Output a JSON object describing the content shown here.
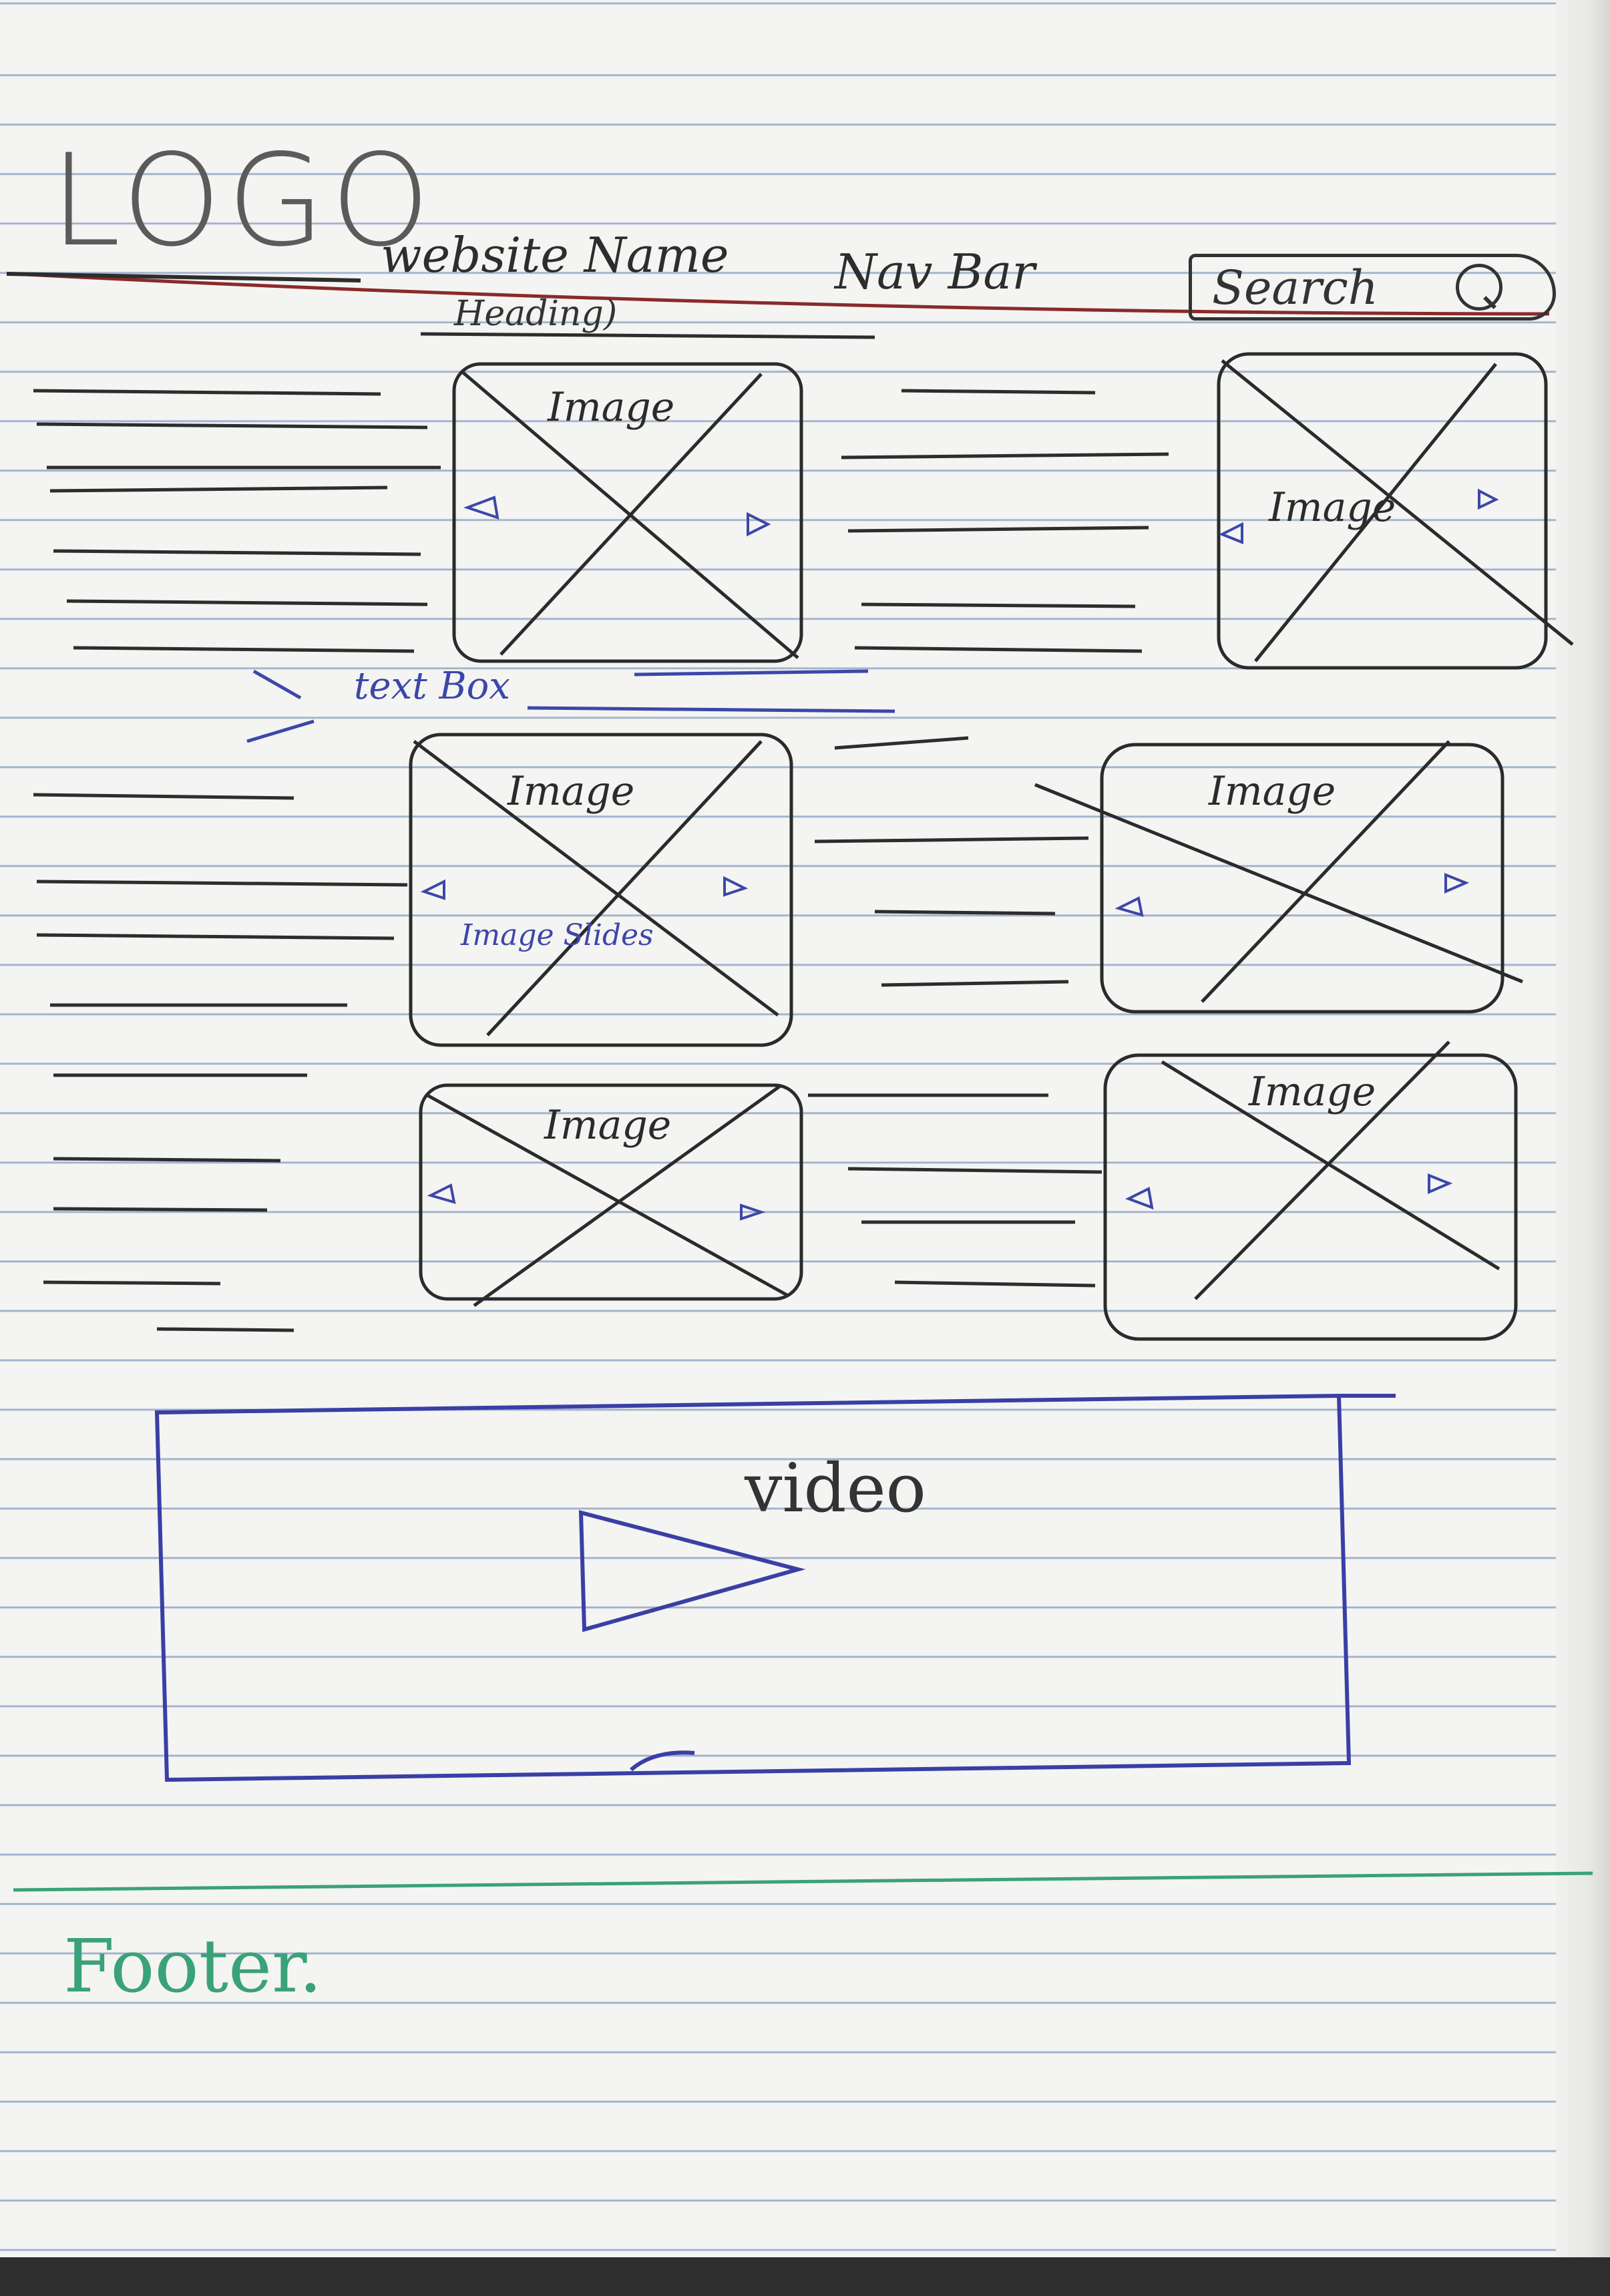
{
  "header": {
    "logo": "LOGO",
    "site_name": "website Name",
    "nav_bar": "Nav Bar",
    "search_label": "Search",
    "heading": "Heading)"
  },
  "main": {
    "textbox_note": "text Box",
    "image_cards": [
      {
        "label": "Image",
        "note": ""
      },
      {
        "label": "Image",
        "note": ""
      },
      {
        "label": "Image",
        "note": "Image Slides"
      },
      {
        "label": "Image",
        "note": ""
      },
      {
        "label": "Image",
        "note": ""
      },
      {
        "label": "Image",
        "note": ""
      }
    ],
    "video_label": "video"
  },
  "footer": {
    "label": "Footer."
  },
  "colors": {
    "pencil": "#2d2d2d",
    "blue_pen": "#3c47a8",
    "green_pen": "#3aa278",
    "red_line": "#8a2a2a"
  }
}
